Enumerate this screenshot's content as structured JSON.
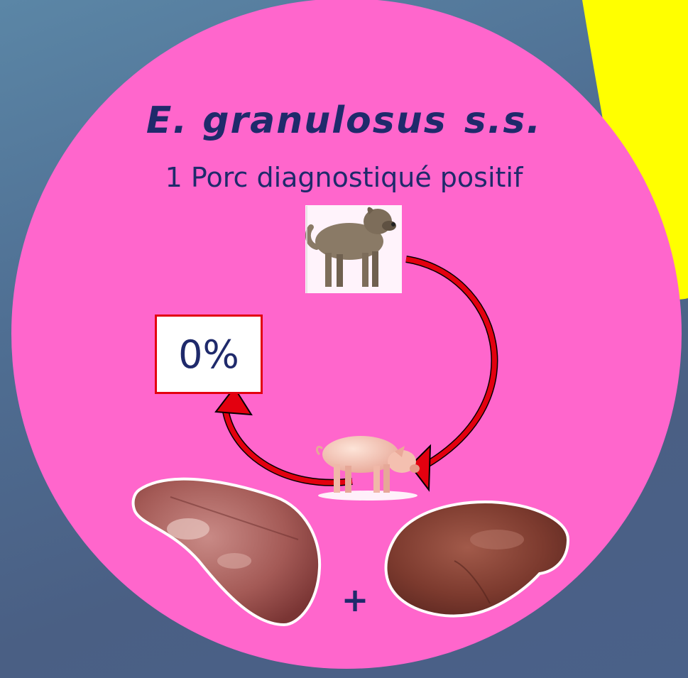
{
  "title": {
    "main": "E. granulosus",
    "suffix": "s.s."
  },
  "subtitle": "1 Porc diagnostiqué positif",
  "cycle": {
    "percentage": "0%",
    "operator": "+"
  },
  "colors": {
    "background": "#4f6f93",
    "circle": "#ff66cc",
    "accent_shape": "#ffff00",
    "text": "#1f2a6b",
    "arrow": "#e3000f"
  },
  "icons": [
    "dog-icon",
    "pig-icon",
    "lung-organ-icon",
    "liver-organ-icon",
    "cycle-arrow-icon"
  ]
}
